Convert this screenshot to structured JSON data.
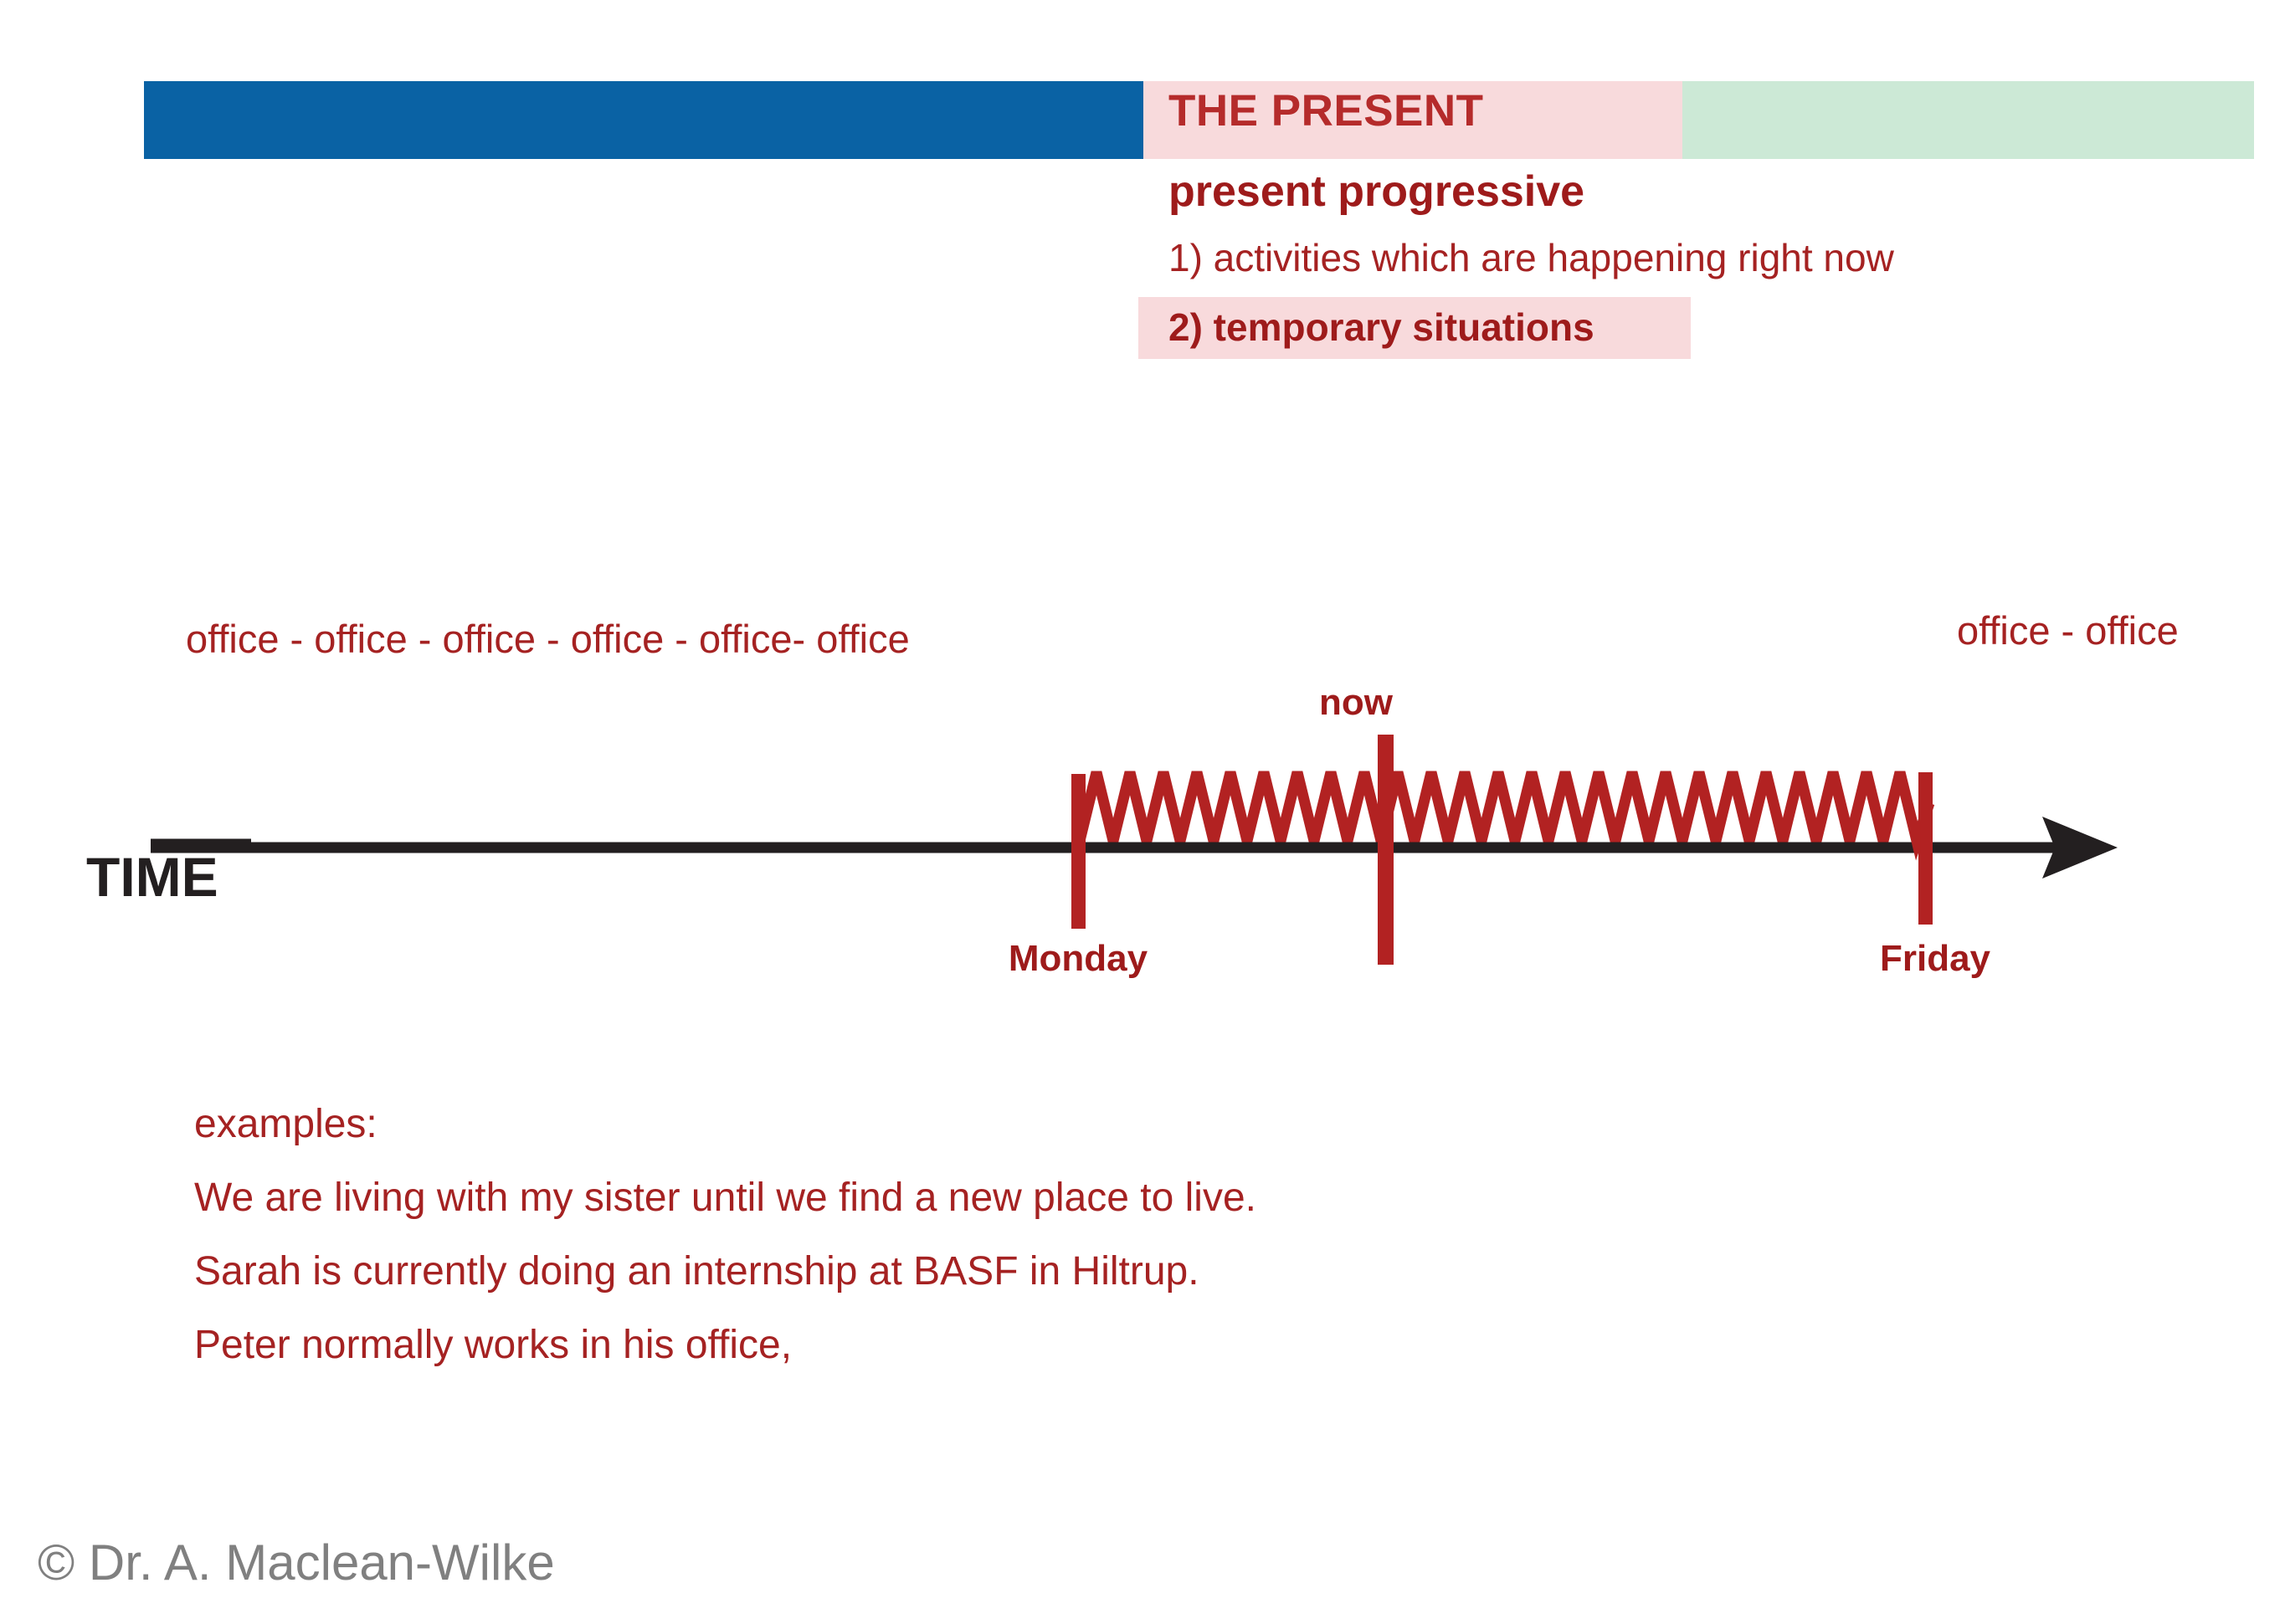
{
  "band": {
    "title": "THE PRESENT",
    "blue_color": "#0A62A4",
    "pink_color": "#F8DADC",
    "green_color": "#CCE9D6"
  },
  "heading": {
    "subtitle": "present progressive",
    "point_1": "1) activities which are happening right now",
    "point_2": "2) temporary situations",
    "text_color": "#9E1B1B"
  },
  "timeline": {
    "axis_label": "TIME",
    "office_left": "office - office - office - office - office- office",
    "office_right": "office - office",
    "markers": {
      "start": "Monday",
      "middle": "now",
      "end": "Friday"
    },
    "line_color": "#231F20",
    "marker_color": "#B22222"
  },
  "examples": {
    "heading": "examples:",
    "lines": [
      "We are living with my sister until we find a new place to live.",
      "Sarah is currently doing an internship at BASF in Hiltrup.",
      "Peter normally works in his office,"
    ]
  },
  "footer": {
    "credit": "© Dr. A. Maclean-Wilke"
  }
}
